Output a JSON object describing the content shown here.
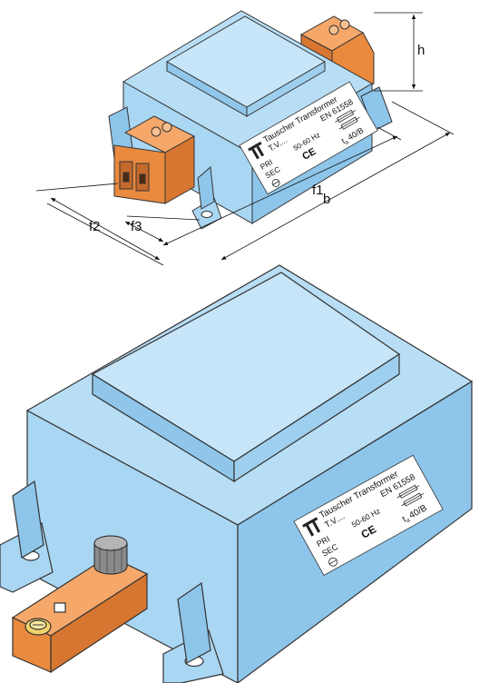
{
  "dimensions": {
    "height": "h",
    "width_total": "b",
    "f1": "f1",
    "f2": "f2",
    "f3": "f3"
  },
  "label": {
    "brand": "Tauscher Transformer",
    "model": "T.V....",
    "standard": "EN 61558",
    "pri": "PRI",
    "sec": "SEC",
    "frequency": "50-60 Hz",
    "ce_mark": "CE",
    "ta_rating": "40/B",
    "ta_symbol": "t",
    "ta_subscript": "a"
  },
  "icons": [
    "tauscher-logo-icon",
    "fuse-symbol-icon",
    "ce-mark-icon",
    "earth-symbol-icon"
  ],
  "colors": {
    "body_blue": "#a9d6f2",
    "body_blue_dark": "#6fb4e3",
    "terminal_orange": "#e98a3f",
    "fuse_cap_gray": "#8a8a8a",
    "label_white": "#ffffff"
  }
}
